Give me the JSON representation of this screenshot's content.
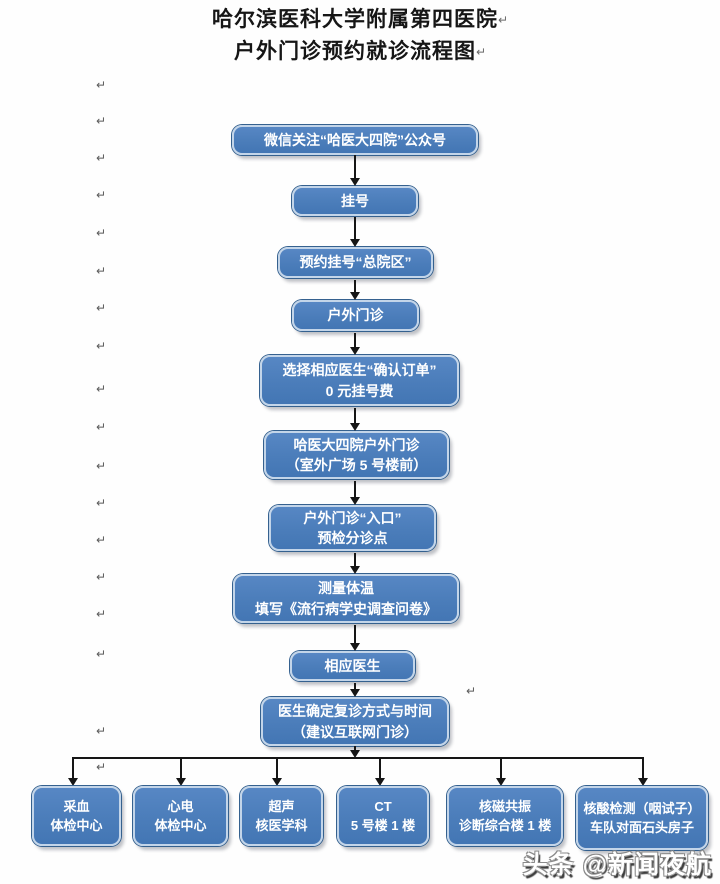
{
  "title": {
    "line1": "哈尔滨医科大学附属第四医院",
    "line2": "户外门诊预约就诊流程图"
  },
  "pilcrow": {
    "char": "↵"
  },
  "flow": {
    "steps": [
      {
        "text": "微信关注“哈医大四院”公众号"
      },
      {
        "text": "挂号"
      },
      {
        "text": "预约挂号“总院区”"
      },
      {
        "text": "户外门诊"
      },
      {
        "text": "选择相应医生“确认订单”\n0 元挂号费"
      },
      {
        "text": "哈医大四院户外门诊\n（室外广场 5 号楼前）"
      },
      {
        "text": "户外门诊“入口”\n预检分诊点"
      },
      {
        "text": "测量体温\n填写《流行病学史调查问卷》"
      },
      {
        "text": "相应医生"
      },
      {
        "text": "医生确定复诊方式与时间\n（建议互联网门诊）"
      }
    ],
    "branches": [
      {
        "text": "采血\n体检中心"
      },
      {
        "text": "心电\n体检中心"
      },
      {
        "text": "超声\n核医学科"
      },
      {
        "text": "CT\n5 号楼 1 楼"
      },
      {
        "text": "核磁共振\n诊断综合楼 1 楼"
      },
      {
        "text": "核酸检测（咽试子）\n车队对面石头房子"
      }
    ]
  },
  "watermark": {
    "text": "头条 @新闻夜航"
  },
  "colors": {
    "box_fill": "#4b7dba",
    "box_border_light": "#c3d5e9",
    "box_ring_dark": "#35618f",
    "arrow": "#161616",
    "text": "#ffffff"
  }
}
